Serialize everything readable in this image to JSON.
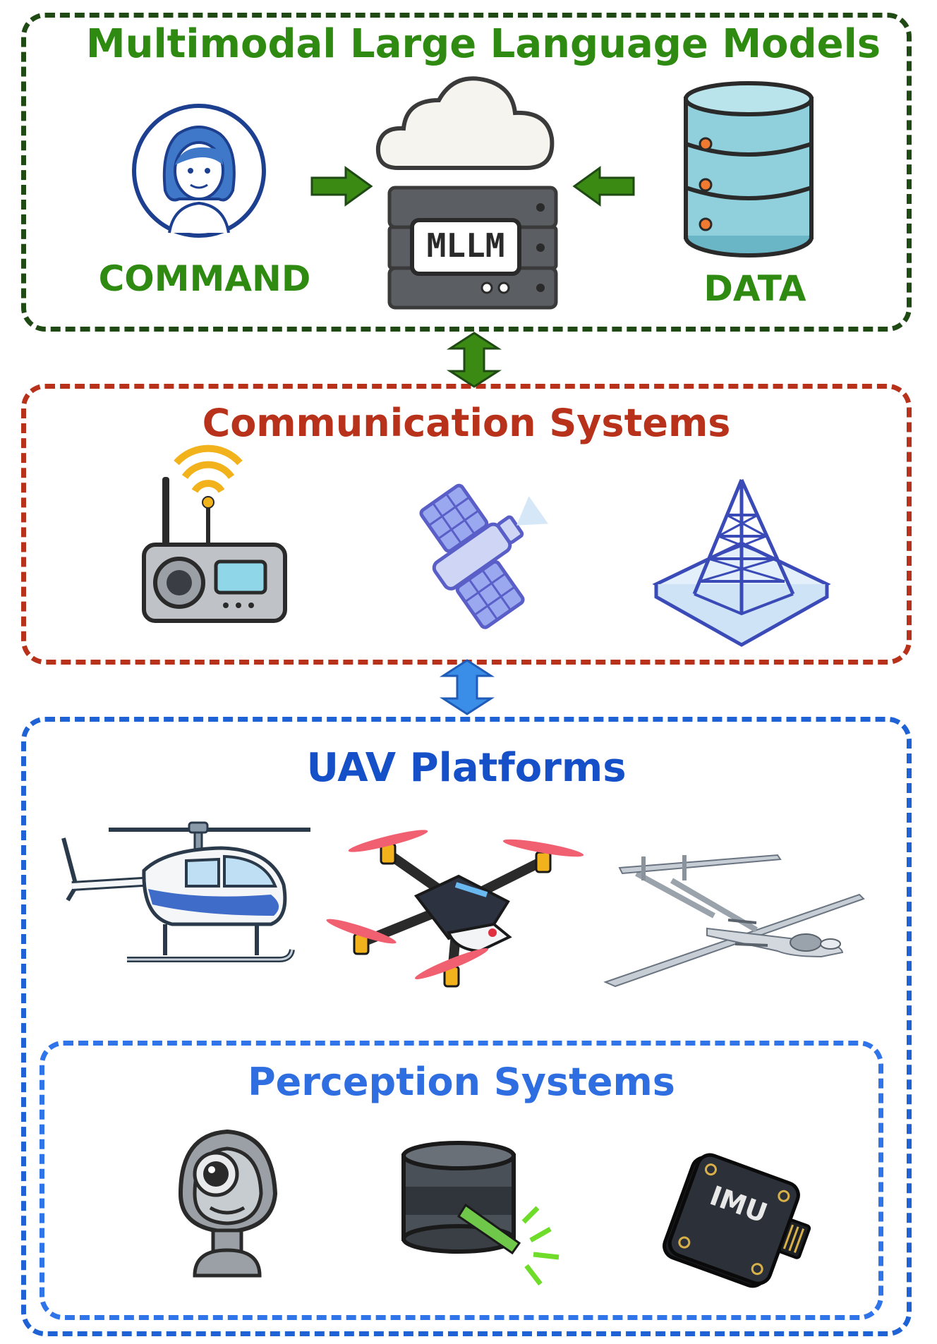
{
  "mllm": {
    "title": "Multimodal Large Language Models",
    "command_label": "COMMAND",
    "server_label": "MLLM",
    "data_label": "DATA"
  },
  "communication": {
    "title": "Communication Systems"
  },
  "uav": {
    "title": "UAV Platforms"
  },
  "perception": {
    "title": "Perception Systems",
    "imu_label": "IMU"
  },
  "colors": {
    "mllm_green": "#2f8a12",
    "comm_red": "#b8311a",
    "uav_blue": "#1550c8",
    "perception_blue": "#2f6ee0"
  }
}
